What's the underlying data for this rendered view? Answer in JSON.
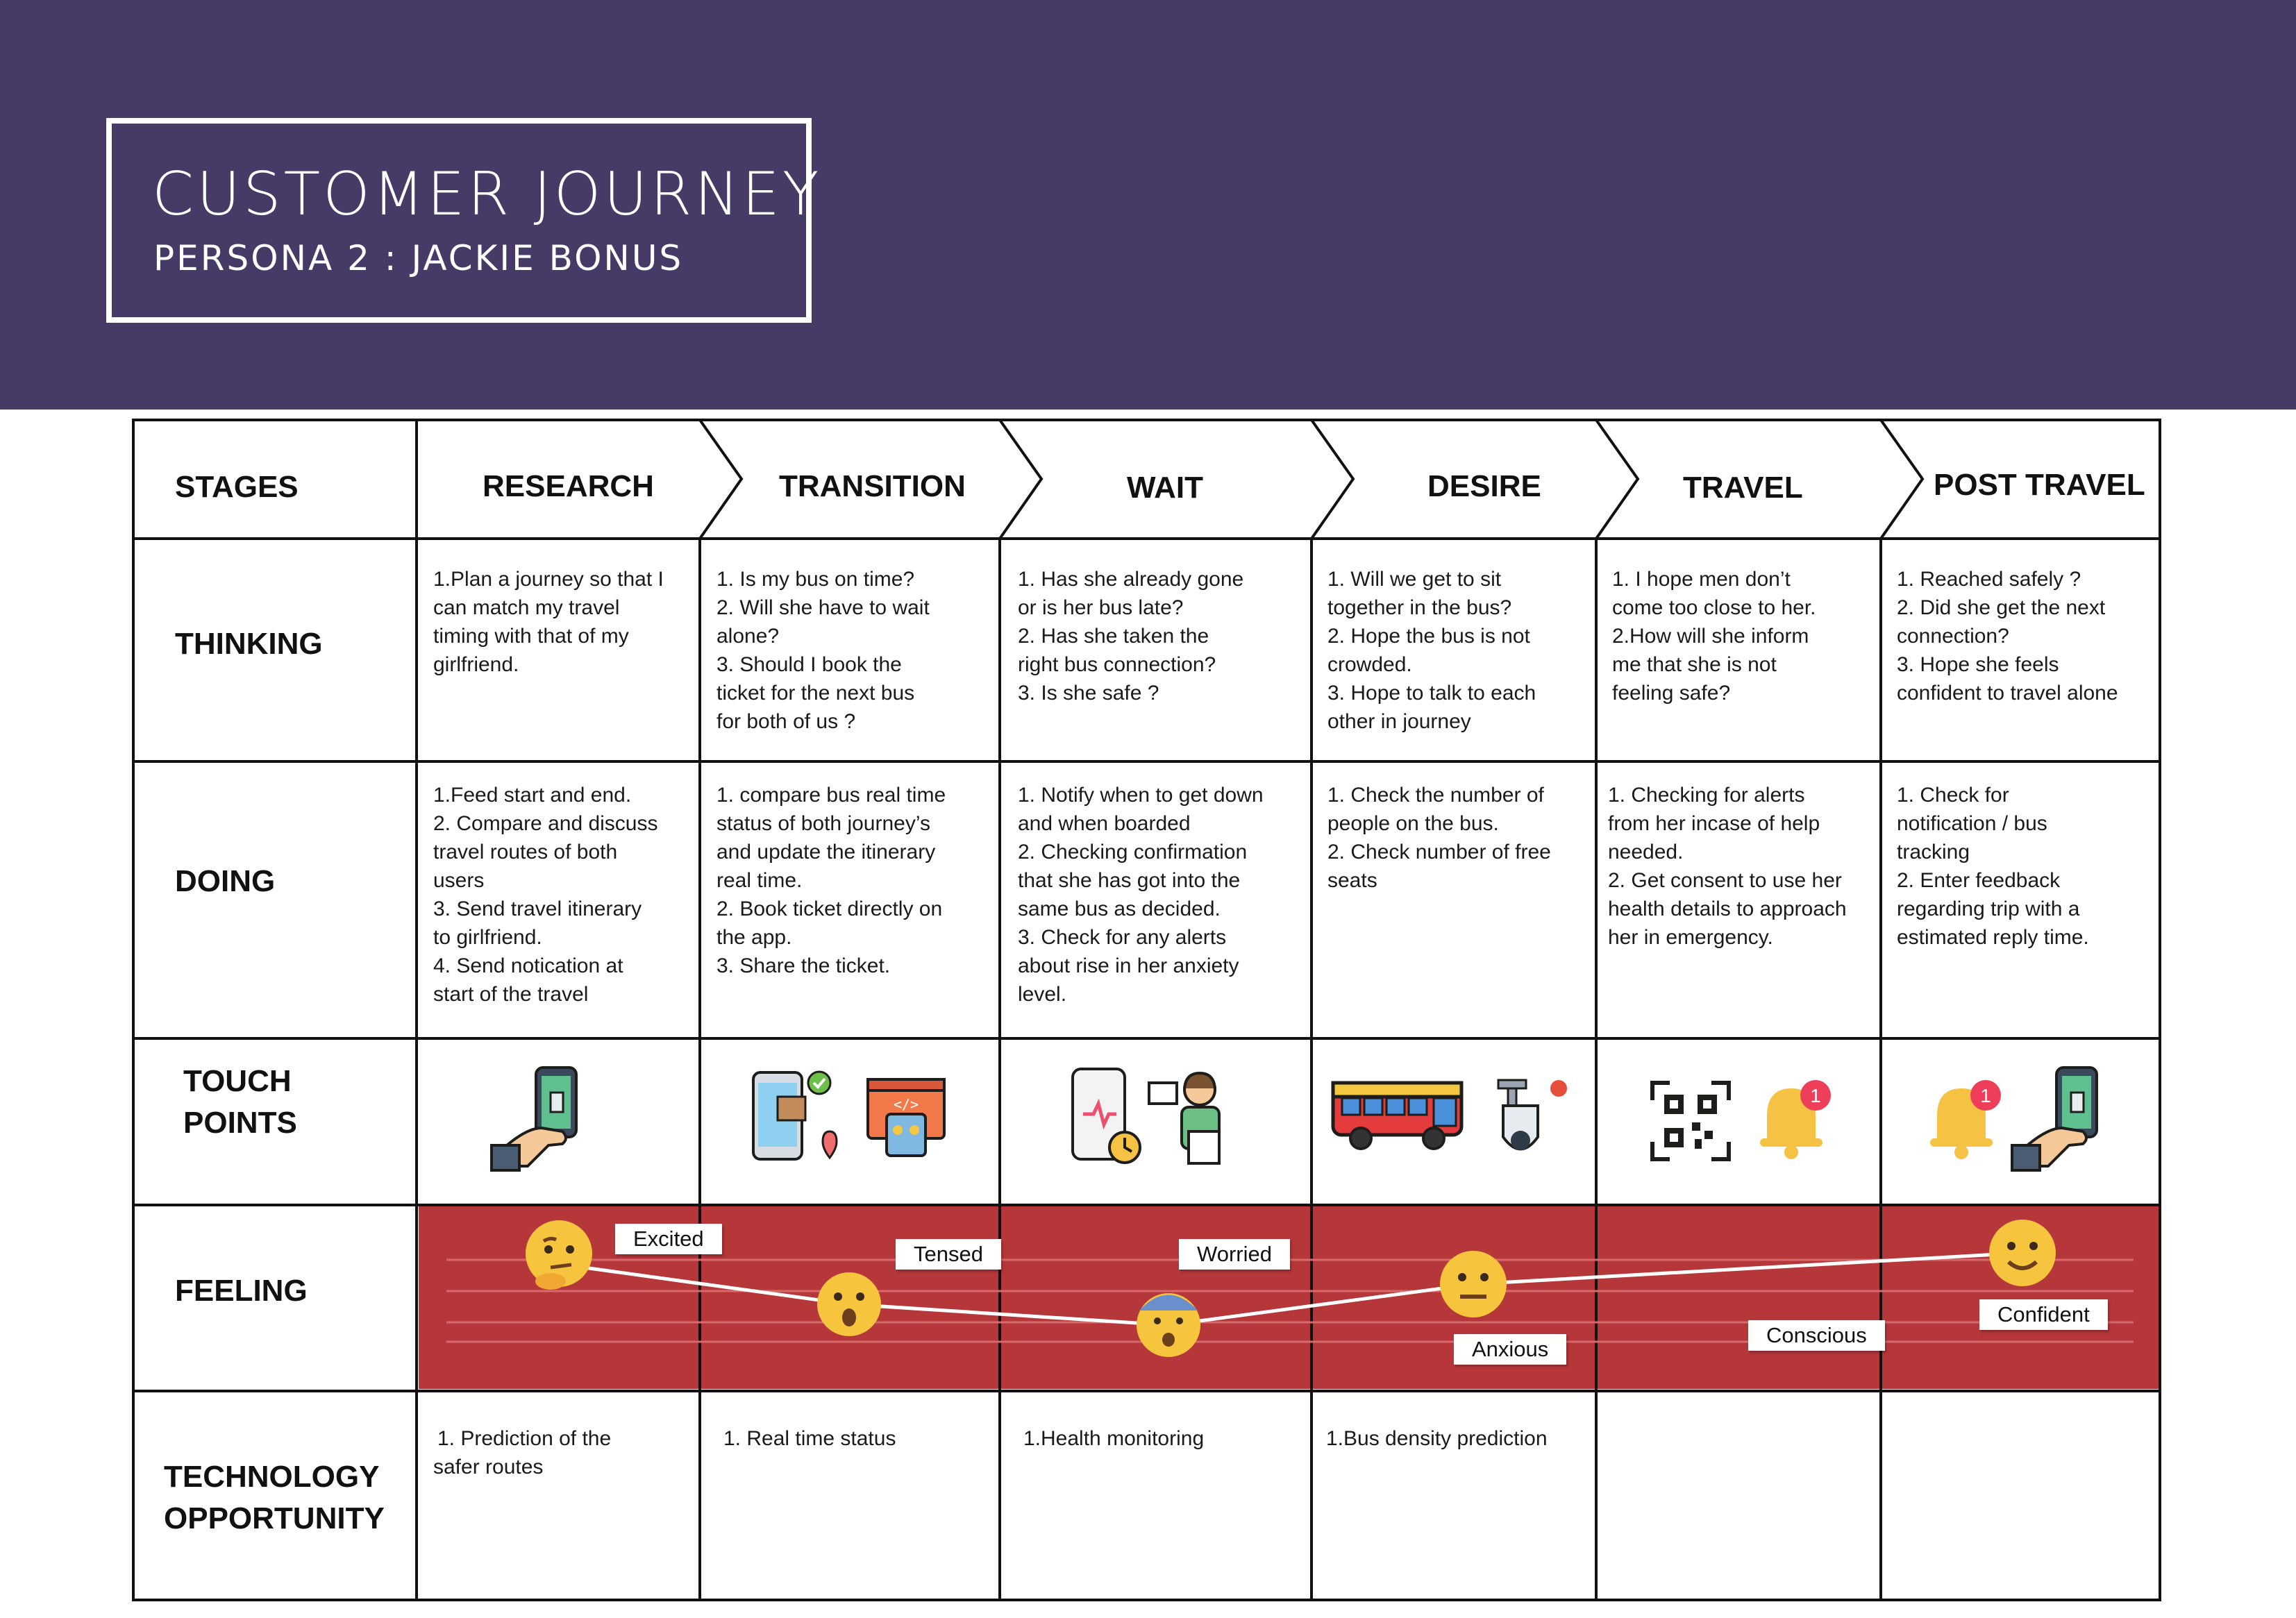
{
  "header": {
    "title": "CUSTOMER JOURNEY",
    "subtitle": "PERSONA 2 : JACKIE BONUS",
    "band_color": "#453b66"
  },
  "stages_label": "STAGES",
  "stages": [
    "RESEARCH",
    "TRANSITION",
    "WAIT",
    "DESIRE",
    "TRAVEL",
    "POST TRAVEL"
  ],
  "rows": {
    "thinking": {
      "label": "THINKING",
      "cells": [
        [
          "1.Plan a journey so that I",
          "can match my travel",
          "timing with that of my",
          "girlfriend."
        ],
        [
          "1. Is my bus on time?",
          "2. Will she have to wait",
          "alone?",
          "3. Should I book the",
          "ticket for the next bus",
          "for both of us ?"
        ],
        [
          "1. Has she already gone",
          "or is her bus late?",
          "2. Has she taken the",
          "right bus connection?",
          "3. Is she safe ?"
        ],
        [
          "1. Will we get to sit",
          "together in the bus?",
          "2. Hope the bus is not",
          "crowded.",
          "3. Hope to talk to each",
          "other in journey"
        ],
        [
          "1. I hope men don’t",
          "come too close to her.",
          "2.How will she inform",
          "me that she is not",
          "feeling safe?"
        ],
        [
          "1. Reached safely ?",
          "2. Did she get the next",
          "connection?",
          "3. Hope she feels",
          "confident to travel alone"
        ]
      ]
    },
    "doing": {
      "label": "DOING",
      "cells": [
        [
          "1.Feed start and end.",
          "2. Compare and discuss",
          "travel routes of both",
          "users",
          "3. Send travel itinerary",
          "to girlfriend.",
          "4. Send notication at",
          "start of the travel"
        ],
        [
          "1. compare bus real time",
          "status of both journey’s",
          "and update the itinerary",
          "real time.",
          "2. Book ticket directly on",
          "the app.",
          "3. Share the ticket."
        ],
        [
          "1. Notify when to get down",
          "and when boarded",
          "2. Checking confirmation",
          "that she has got into the",
          "same bus as decided.",
          "3. Check for any alerts",
          "about rise in her anxiety",
          "level."
        ],
        [
          "1. Check the number of",
          "people on the bus.",
          "2. Check number of free",
          "seats"
        ],
        [
          "1. Checking for alerts",
          "from her incase of help",
          "needed.",
          "2. Get consent to use her",
          "health details to approach",
          "her in emergency."
        ],
        [
          "1. Check for",
          "notification / bus",
          "tracking",
          "2. Enter feedback",
          "regarding trip with a",
          "estimated reply time."
        ]
      ]
    },
    "touch_points": {
      "label_line1": "TOUCH",
      "label_line2": "POINTS",
      "icons": [
        [
          "hand-holding-phone-icon"
        ],
        [
          "phone-map-package-icon",
          "robot-browser-icon"
        ],
        [
          "phone-heartbeat-clock-icon",
          "support-agent-icon"
        ],
        [
          "bus-icon",
          "security-camera-icon"
        ],
        [
          "qr-code-icon",
          "notification-bell-icon"
        ],
        [
          "notification-bell-icon",
          "hand-holding-phone-icon"
        ]
      ],
      "bell_badge": "1"
    },
    "feeling": {
      "label": "FEELING",
      "band_color": "#b5373a",
      "emotions": [
        "Excited",
        "Tensed",
        "Worried",
        "Anxious",
        "Conscious",
        "Confident"
      ]
    },
    "technology": {
      "label_line1": "TECHNOLOGY",
      "label_line2": "OPPORTUNITY",
      "cells": [
        [
          "1. Prediction of the",
          "safer routes"
        ],
        [
          "1. Real time status"
        ],
        [
          "1.Health monitoring"
        ],
        [
          "1.Bus density prediction"
        ],
        [],
        []
      ]
    }
  }
}
